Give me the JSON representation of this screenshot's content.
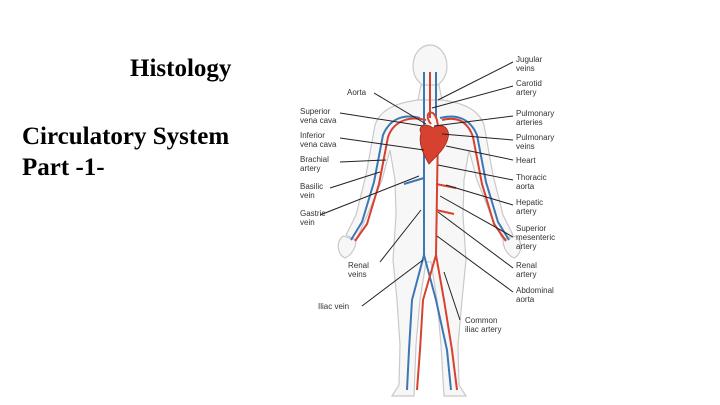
{
  "slide": {
    "title": "Histology",
    "subtitle_line1": "Circulatory System",
    "subtitle_line2": "Part -1-"
  },
  "diagram": {
    "colors": {
      "artery": "#d7412f",
      "vein": "#3d77b3",
      "outline": "#c9c9c9",
      "body": "#f7f7f7",
      "leader": "#222222"
    },
    "labels_left": [
      {
        "id": "aorta",
        "lines": [
          "Aorta"
        ]
      },
      {
        "id": "superior-vena-cava",
        "lines": [
          "Superior",
          "vena cava"
        ]
      },
      {
        "id": "inferior-vena-cava",
        "lines": [
          "Inferior",
          "vena cava"
        ]
      },
      {
        "id": "brachial-artery",
        "lines": [
          "Brachial",
          "artery"
        ]
      },
      {
        "id": "basilic-vein",
        "lines": [
          "Basilic",
          "vein"
        ]
      },
      {
        "id": "gastric-vein",
        "lines": [
          "Gastric",
          "vein"
        ]
      },
      {
        "id": "renal-veins",
        "lines": [
          "Renal",
          "veins"
        ]
      },
      {
        "id": "iliac-vein",
        "lines": [
          "Iliac vein"
        ]
      }
    ],
    "labels_right": [
      {
        "id": "jugular-veins",
        "lines": [
          "Jugular",
          "veins"
        ]
      },
      {
        "id": "carotid-artery",
        "lines": [
          "Carotid",
          "artery"
        ]
      },
      {
        "id": "pulmonary-arteries",
        "lines": [
          "Pulmonary",
          "arteries"
        ]
      },
      {
        "id": "pulmonary-veins",
        "lines": [
          "Pulmonary",
          "veins"
        ]
      },
      {
        "id": "heart",
        "lines": [
          "Heart"
        ]
      },
      {
        "id": "thoracic-aorta",
        "lines": [
          "Thoracic",
          "aorta"
        ]
      },
      {
        "id": "hepatic-artery",
        "lines": [
          "Hepatic",
          "artery"
        ]
      },
      {
        "id": "superior-mesenteric-artery",
        "lines": [
          "Superior",
          "mesenteric",
          "artery"
        ]
      },
      {
        "id": "renal-artery",
        "lines": [
          "Renal",
          "artery"
        ]
      },
      {
        "id": "abdominal-aorta",
        "lines": [
          "Abdominal",
          "aorta"
        ]
      },
      {
        "id": "common-iliac-artery",
        "lines": [
          "Common",
          "iliac artery"
        ]
      }
    ]
  }
}
